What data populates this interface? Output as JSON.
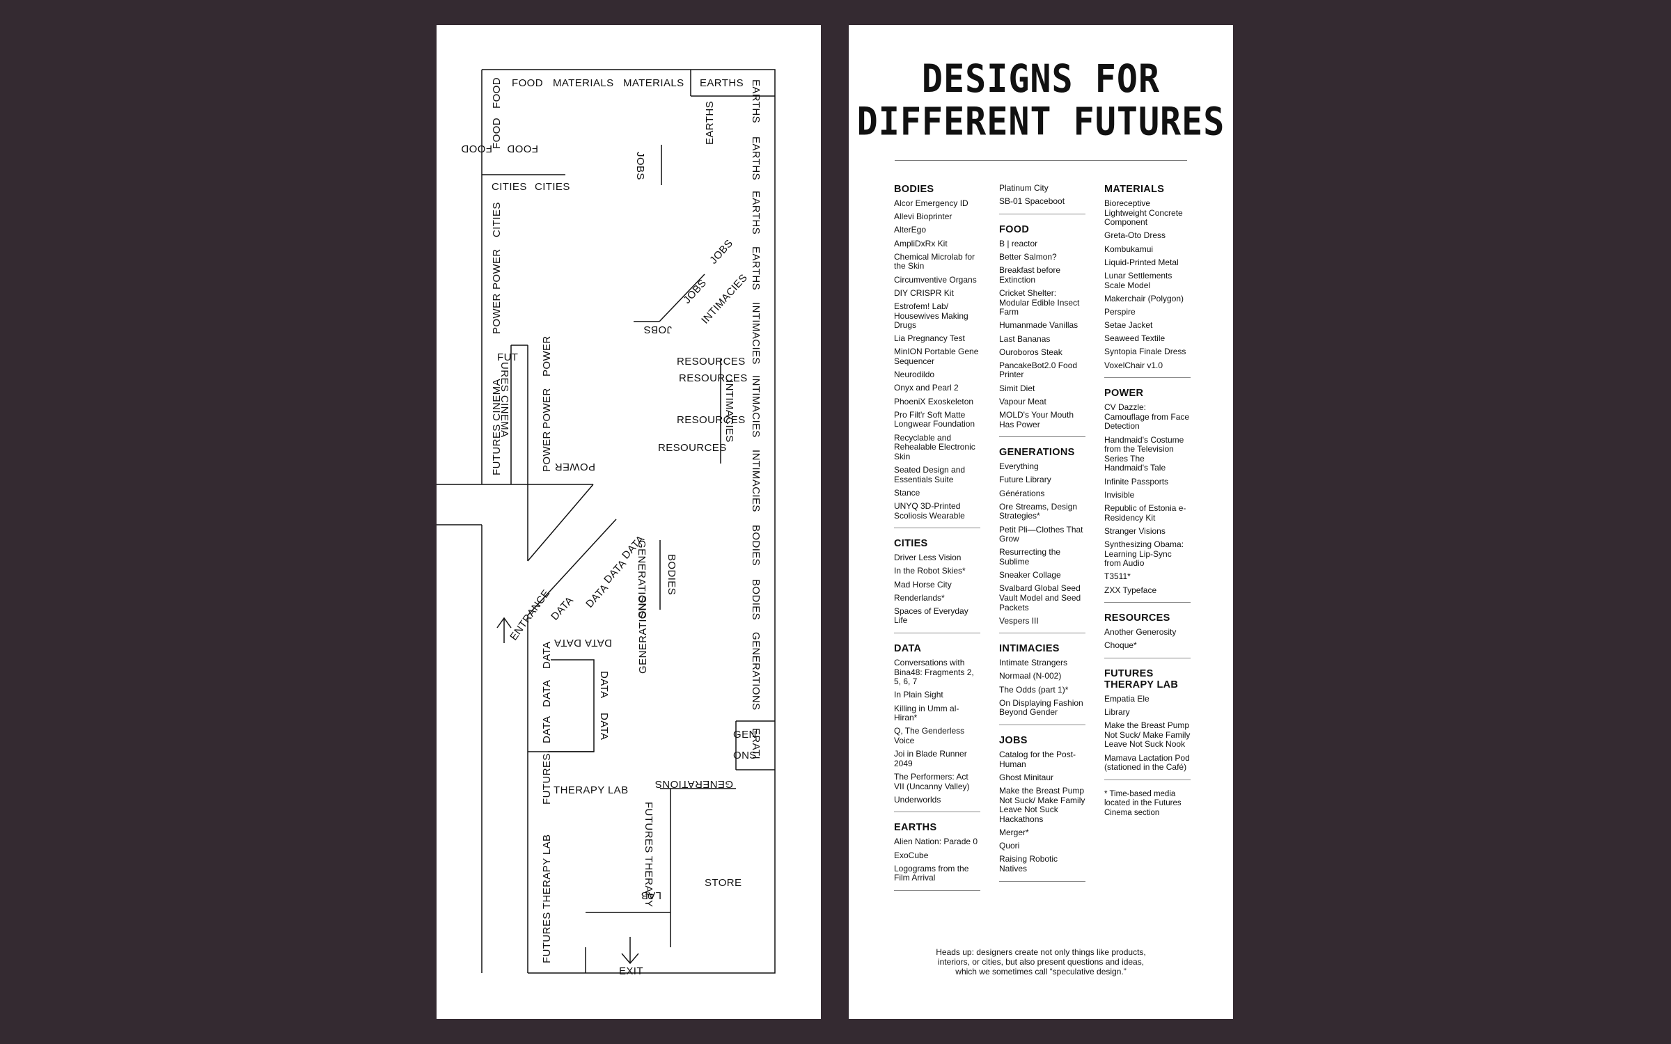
{
  "map": {
    "labels": [
      "FOOD",
      "MATERIALS",
      "MATERIALS",
      "EARTHS",
      "FOOD",
      "FOOD",
      "FOOD",
      "FOOD",
      "EARTHS",
      "EARTHS",
      "EARTHS",
      "EARTHS",
      "JOBS",
      "EARTHS",
      "CITIES",
      "CITIES",
      "CITIES",
      "POWER",
      "POWER",
      "JOBS",
      "JOBS",
      "JOBS",
      "INTIMACIES",
      "INTIMACIES",
      "INTIMACIES",
      "INTIMACIES",
      "FUT",
      "URES CINEMA",
      "POWER",
      "POWER",
      "POWER",
      "FUTURES CINEMA",
      "POWER",
      "RESOURCES",
      "RESOURCES",
      "RESOURCES",
      "RESOURCES",
      "INTIMACIES",
      "BODIES",
      "BODIES",
      "GENERATIONS",
      "BODIES",
      "DATA",
      "DATA",
      "DATA",
      "DATA",
      "ENTRANCE",
      "DATA",
      "DATA",
      "DATA",
      "DATA",
      "DATA",
      "DATA",
      "DATA",
      "GENERATIONS",
      "GENERATIONS",
      "GEN",
      "ERATI",
      "ONS",
      "FUTURES",
      "THERAPY LAB",
      "GENERATIONS",
      "FUTURES THERAPY LAB",
      "FUTURES THERAPY",
      "LAB",
      "STORE",
      "EXIT"
    ]
  },
  "title": {
    "line1": "DESIGNS FOR",
    "line2": "DIFFERENT FUTURES"
  },
  "columns": [
    [
      {
        "title": "BODIES",
        "items": [
          "Alcor Emergency ID",
          "Allevi Bioprinter",
          "AlterEgo",
          "AmpliDxRx Kit",
          "Chemical Microlab for the Skin",
          "Circumventive Organs",
          "DIY CRISPR Kit",
          "Estrofem! Lab/ Housewives Making Drugs",
          "Lia Pregnancy Test",
          "MinION Portable Gene Sequencer",
          "Neurodildo",
          "Onyx and Pearl 2",
          "PhoeniX Exoskeleton",
          "Pro Filt'r Soft Matte Longwear Foundation",
          "Recyclable and Rehealable Electronic Skin",
          "Seated Design and Essentials Suite",
          "Stance",
          "UNYQ 3D-Printed Scoliosis Wearable"
        ]
      },
      {
        "title": "CITIES",
        "items": [
          "Driver Less Vision",
          "In the Robot Skies*",
          "Mad Horse City",
          "Renderlands*",
          "Spaces of Everyday Life"
        ]
      },
      {
        "title": "DATA",
        "items": [
          "Conversations with Bina48: Fragments 2, 5, 6, 7",
          "In Plain Sight",
          "Killing in Umm al-Hiran*",
          "Q, The Genderless Voice",
          "Joi in Blade Runner 2049",
          "The Performers: Act VII (Uncanny Valley)",
          "Underworlds"
        ]
      },
      {
        "title": "EARTHS",
        "items": [
          "Alien Nation: Parade 0",
          "ExoCube",
          "Logograms from the Film Arrival"
        ]
      }
    ],
    [
      {
        "title": "",
        "items": [
          "Platinum City",
          "SB-01 Spaceboot"
        ]
      },
      {
        "title": "FOOD",
        "items": [
          "B | reactor",
          "Better Salmon?",
          "Breakfast before Extinction",
          "Cricket Shelter: Modular Edible Insect Farm",
          "Humanmade Vanillas",
          "Last Bananas",
          "Ouroboros Steak",
          "PancakeBot2.0 Food Printer",
          "Simit Diet",
          "Vapour Meat",
          "MOLD's Your Mouth Has Power"
        ]
      },
      {
        "title": "GENERATIONS",
        "items": [
          "Everything",
          "Future Library",
          "Générations",
          "Ore Streams, Design Strategies*",
          "Petit Pli—Clothes That Grow",
          "Resurrecting the Sublime",
          "Sneaker Collage",
          "Svalbard Global Seed Vault Model and Seed Packets",
          "Vespers III"
        ]
      },
      {
        "title": "INTIMACIES",
        "items": [
          "Intimate Strangers",
          "Normaal (N-002)",
          "The Odds (part 1)*",
          "On Displaying Fashion Beyond Gender"
        ]
      },
      {
        "title": "JOBS",
        "items": [
          "Catalog for the Post-Human",
          "Ghost Minitaur",
          "Make the Breast Pump Not Suck/ Make Family Leave Not Suck Hackathons",
          "Merger*",
          "Quori",
          "Raising Robotic Natives"
        ]
      }
    ],
    [
      {
        "title": "MATERIALS",
        "items": [
          "Bioreceptive Lightweight Concrete Component",
          "Greta-Oto Dress",
          "Kombukamui",
          "Liquid-Printed Metal",
          "Lunar Settlements Scale Model",
          "Makerchair (Polygon)",
          "Perspire",
          "Setae Jacket",
          "Seaweed Textile",
          "Syntopia Finale Dress",
          "VoxelChair v1.0"
        ]
      },
      {
        "title": "POWER",
        "items": [
          "CV Dazzle: Camouflage from Face Detection",
          "Handmaid's Costume from the Television Series The Handmaid's Tale",
          "Infinite Passports",
          "Invisible",
          "Republic of Estonia e-Residency Kit",
          "Stranger Visions",
          "Synthesizing Obama: Learning Lip-Sync from Audio",
          "T3511*",
          "ZXX Typeface"
        ]
      },
      {
        "title": "RESOURCES",
        "items": [
          "Another Generosity",
          "Choque*"
        ]
      },
      {
        "title": "FUTURES THERAPY LAB",
        "items": [
          "Empatia Ele",
          "Library",
          "Make the Breast Pump Not Suck/ Make Family Leave Not Suck Nook",
          "Mamava Lactation Pod (stationed in the Café)"
        ]
      }
    ]
  ],
  "note": "* Time-based media located in the Futures Cinema section",
  "footer": "Heads up: designers create not only things like products, interiors, or cities, but also present questions and ideas, which we sometimes call “speculative design.”"
}
